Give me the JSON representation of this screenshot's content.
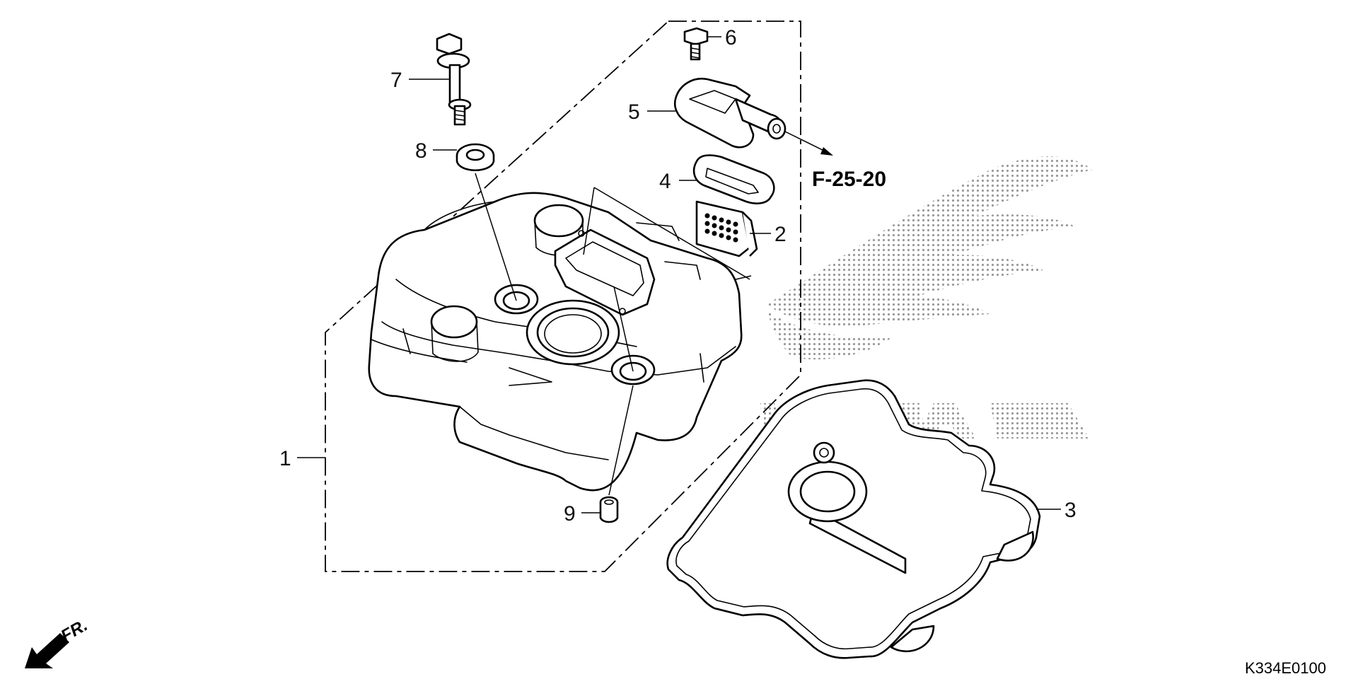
{
  "callouts": {
    "c1": "1",
    "c2": "2",
    "c3": "3",
    "c4": "4",
    "c5": "5",
    "c6": "6",
    "c7": "7",
    "c8": "8",
    "c9": "9"
  },
  "reference": "F-25-20",
  "front_label": "FR.",
  "diagram_code": "K334E0100",
  "logo": "HONDA",
  "colors": {
    "line": "#000000",
    "logo_dots": "#9a9a9a",
    "background": "#ffffff"
  }
}
